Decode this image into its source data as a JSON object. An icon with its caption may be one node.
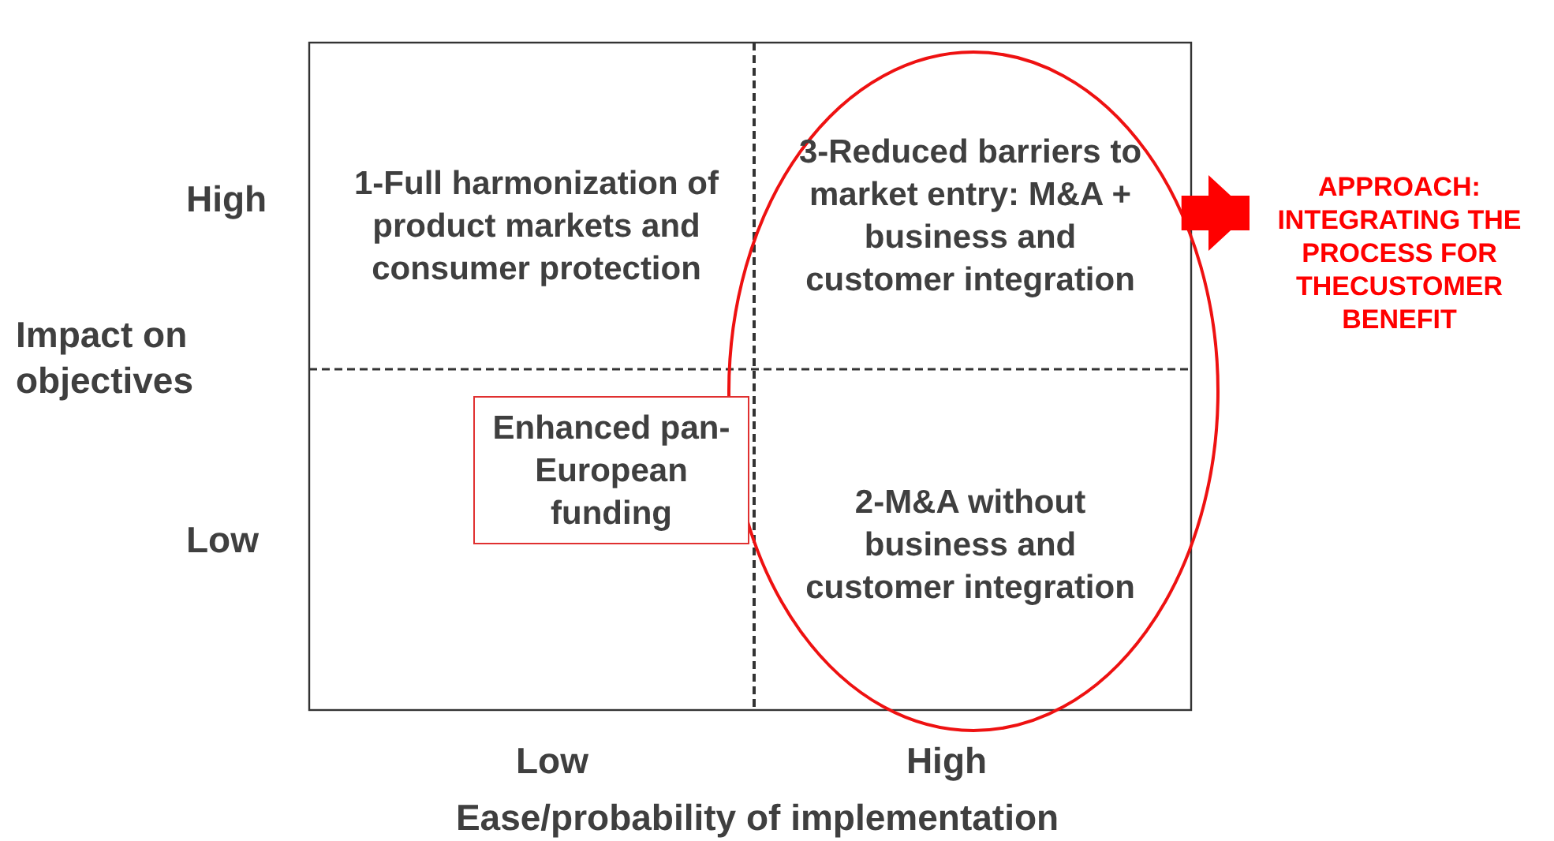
{
  "diagram": {
    "nodes": [
      {
        "text": [
          "1-Full harmonization of product markets and consumer protection"
        ]
      },
      {
        "text": [],
        "shape": "ellipse"
      },
      {
        "text": [
          "3-Reduced barriers to market entry:  M&A + business and customer integration"
        ],
        "in": 1
      },
      {
        "text": [
          "Enhanced pan-European funding"
        ]
      },
      {
        "text": [
          "2-M&A without business and customer integration"
        ],
        "in": 1
      },
      {
        "text": [
          "APPROACH: INTEGRATING THE PROCESS FOR THECUSTOMER BENEFIT"
        ]
      }
    ],
    "edges": [
      {
        "from": 1,
        "to": 5,
        "arrow": "to"
      }
    ],
    "labels": [
      "High",
      "Impact on objectives",
      "Low",
      "Low",
      "High",
      "Ease/probability of implementation"
    ]
  }
}
